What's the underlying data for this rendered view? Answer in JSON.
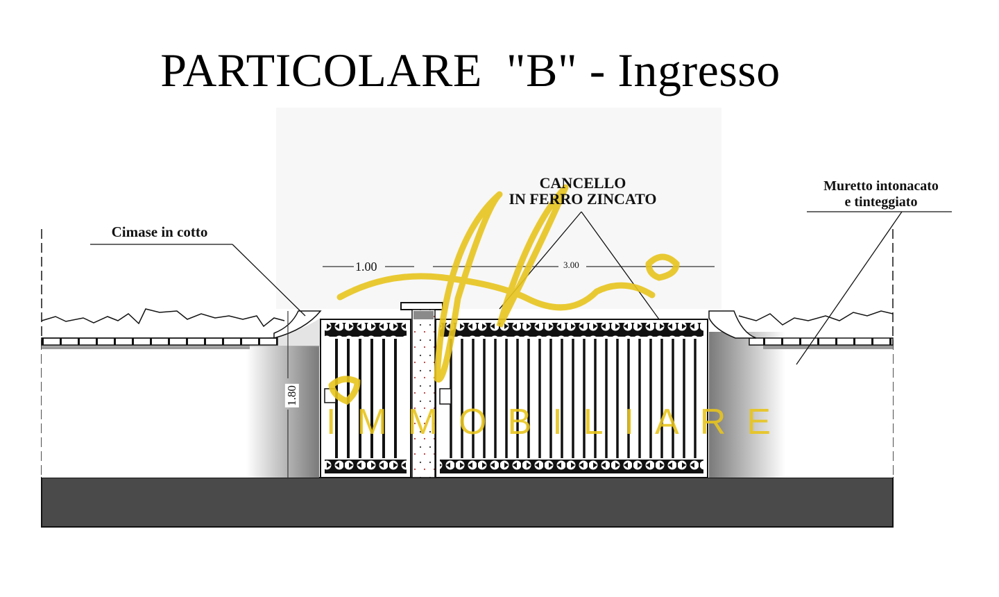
{
  "title": "PARTICOLARE  \"B\" - Ingresso",
  "labels": {
    "cimase": "Cimase in cotto",
    "cancello_line1": "CANCELLO",
    "cancello_line2": "IN FERRO ZINCATO",
    "muretto_line1": "Muretto intonacato",
    "muretto_line2": "e tinteggiato"
  },
  "dimensions": {
    "pedestrian_gate_width": "1.00",
    "vehicle_gate_width": "3.00",
    "wall_height": "1.80"
  },
  "watermark": {
    "monogram": "fl",
    "text": "IMMOBILIARE",
    "color": "#e8c51e"
  },
  "colors": {
    "ground": "#4a4a4a",
    "line": "#111111",
    "wall_shade": "#8a8a8a"
  }
}
